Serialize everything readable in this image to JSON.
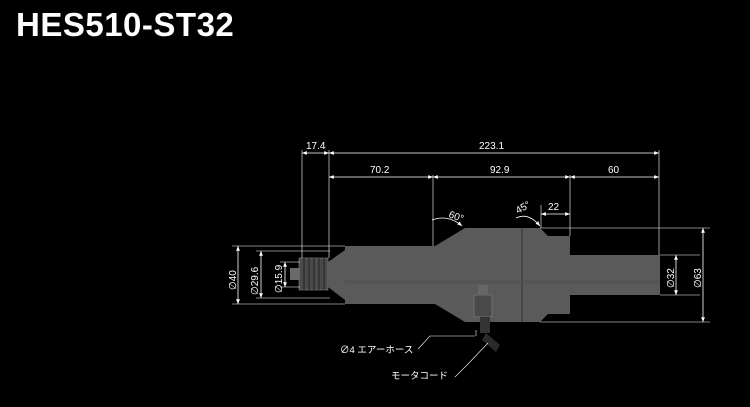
{
  "title": "HES510-ST32",
  "dimensions": {
    "d_17_4": "17.4",
    "d_223_1": "223.1",
    "d_70_2": "70.2",
    "d_92_9": "92.9",
    "d_60_top": "60",
    "d_22": "22",
    "angle_45": "45°",
    "angle_60": "60°",
    "dia_40": "∅40",
    "dia_29_6": "∅29.6",
    "dia_15_9": "∅15.9",
    "dia_32": "∅32",
    "dia_63": "∅63"
  },
  "notes": {
    "air_hose": "∅4 エアーホース",
    "motor_cord": "モータコード"
  },
  "colors": {
    "background": "#000000",
    "line": "#ffffff",
    "body": "#5a5a5a",
    "body_dark": "#3c3c3c"
  }
}
